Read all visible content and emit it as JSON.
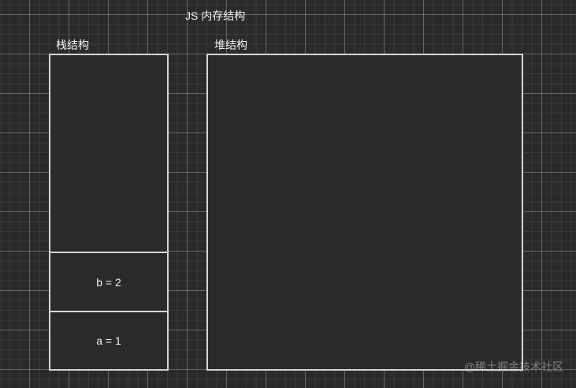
{
  "diagram": {
    "title": "JS 内存结构",
    "stack": {
      "label": "栈结构",
      "cells": [
        {
          "text": "b = 2"
        },
        {
          "text": "a = 1"
        }
      ]
    },
    "heap": {
      "label": "堆结构"
    }
  },
  "watermark": "@稀土掘金技术社区",
  "colors": {
    "background": "#2a2a2a",
    "border": "#d6d6d6",
    "text": "#f2f2f2"
  }
}
